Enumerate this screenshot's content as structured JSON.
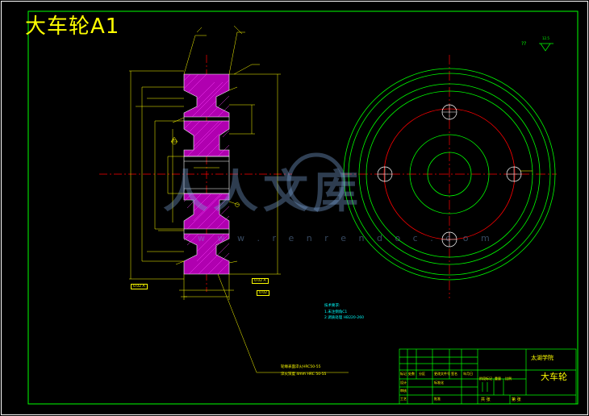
{
  "drawing": {
    "title": "大车轮A1",
    "surface_finish_mark": "??",
    "roughness_symbol": "12.5"
  },
  "notes": {
    "line1": "技术要求:",
    "line2": "1.未注倒角C1",
    "line3": "2.调质处理 HB220-260"
  },
  "leaders": {
    "hardness_note": "轮缘表面淬火HRC50-55",
    "depth_note": "淬火深度 4mm HRC 50-55"
  },
  "tolerance_frames": {
    "bottom_left": "0.02 A",
    "bottom_center": "0.02 A",
    "datum": "A",
    "small": "0.02"
  },
  "title_block": {
    "company": "太湖学院",
    "part_name": "大车轮",
    "row_labels": [
      "标记",
      "处数",
      "分区",
      "更改文件号",
      "签名",
      "年月日"
    ],
    "row2": [
      "设计",
      "标准化"
    ],
    "row3": [
      "审核"
    ],
    "row4": [
      "工艺",
      "批准"
    ],
    "stage_label": "阶段标记",
    "weight_label": "重量",
    "scale_label": "比例",
    "sheet_total": "共 张",
    "sheet_no": "第 张"
  },
  "colors": {
    "frame": "#00ff00",
    "dim": "#ffff00",
    "center": "#ff0000",
    "hatch": "#ff00ff",
    "outline": "#ffffff",
    "note": "#00ffff"
  },
  "watermark": {
    "chars": "人人文库",
    "url": "w w w . r e n r e n d o c . c o m"
  }
}
